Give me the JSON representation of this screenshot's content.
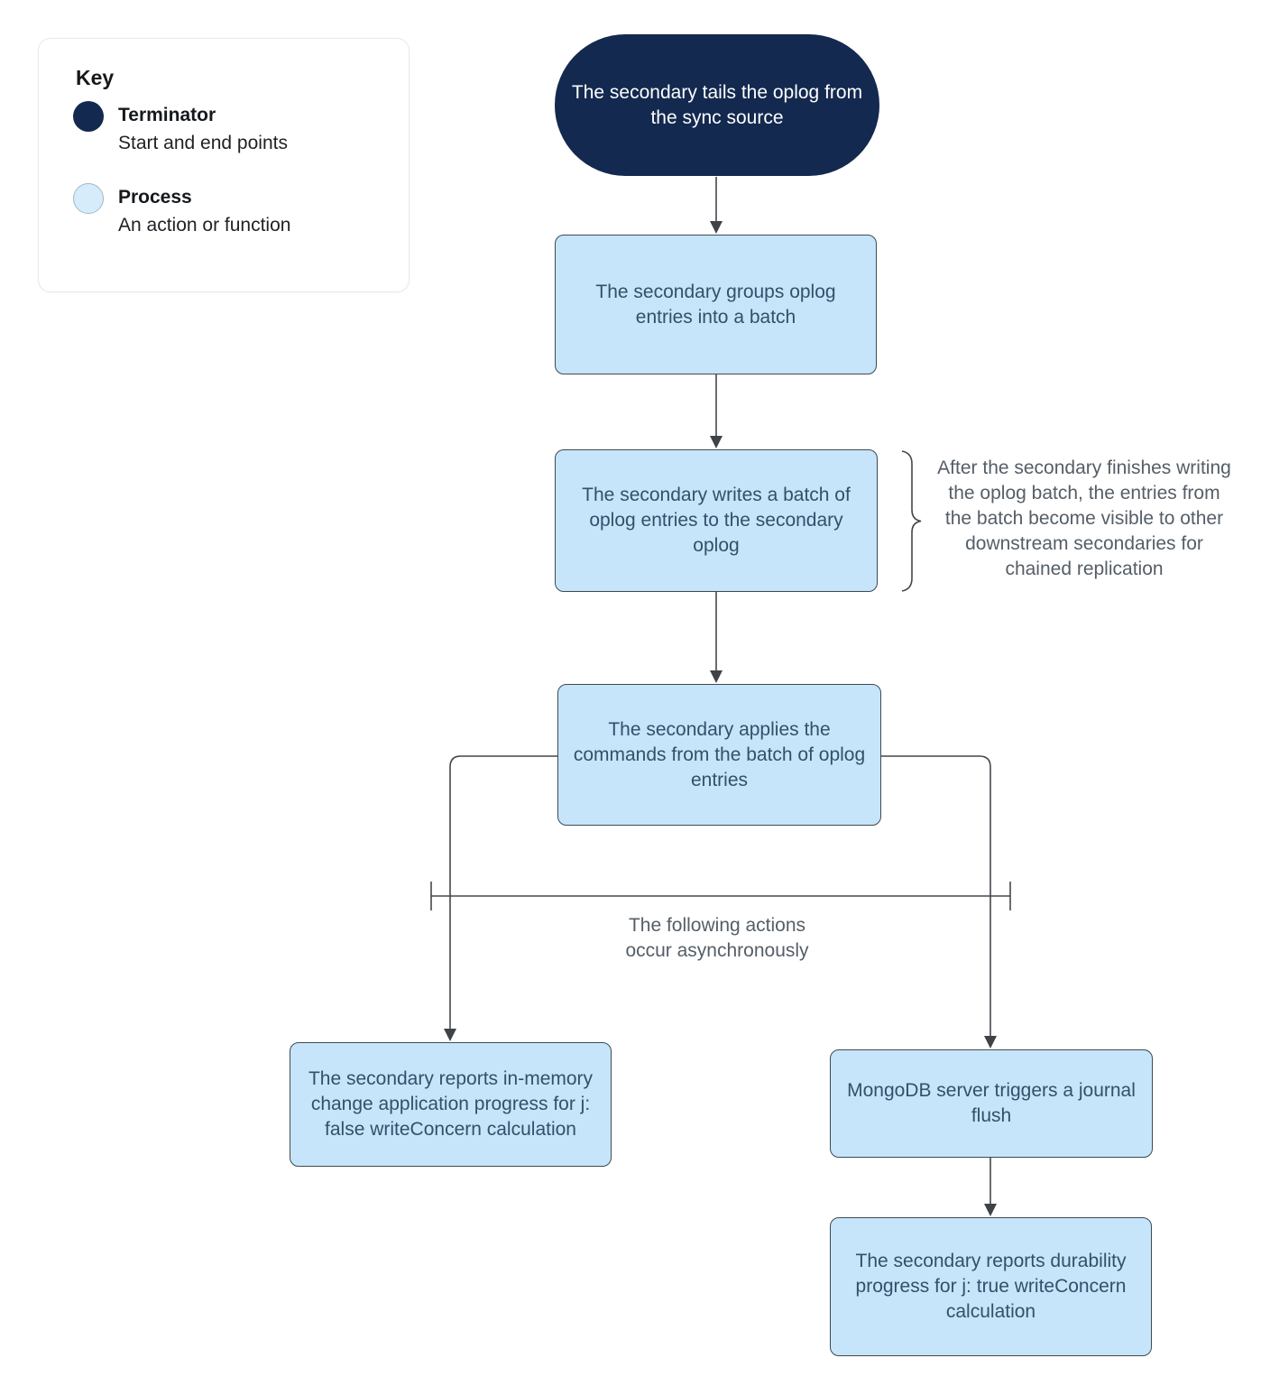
{
  "key": {
    "title": "Key",
    "items": [
      {
        "label": "Terminator",
        "description": "Start and end points",
        "swatch_color": "#13294F"
      },
      {
        "label": "Process",
        "description": "An action or function",
        "swatch_color": "#D7ECFB"
      }
    ]
  },
  "flow": {
    "terminator_start": "The secondary tails the oplog from the sync source",
    "steps": [
      {
        "text": "The secondary groups oplog entries into a batch"
      },
      {
        "text": "The secondary writes a batch of oplog entries to the secondary oplog"
      },
      {
        "text": "The secondary applies the commands from the batch of oplog entries"
      },
      {
        "text": "The secondary reports in-memory change application progress for j: false writeConcern calculation"
      },
      {
        "text": "MongoDB server triggers a journal flush"
      },
      {
        "text": "The secondary reports durability progress for j: true writeConcern calculation"
      }
    ],
    "annotations": {
      "brace_note": "After the secondary finishes writing the oplog batch, the entries from the batch become visible to other downstream secondaries for chained replication",
      "async_note": "The following actions occur asynchronously"
    }
  },
  "colors": {
    "terminator_fill": "#13294F",
    "terminator_text": "#FEFEFE",
    "process_fill": "#C6E5FA",
    "process_border": "#3E4A52",
    "process_text": "#33506B",
    "annotation_text": "#555E67",
    "connector_line": "#44474C",
    "page_background": "#FFFFFF"
  }
}
